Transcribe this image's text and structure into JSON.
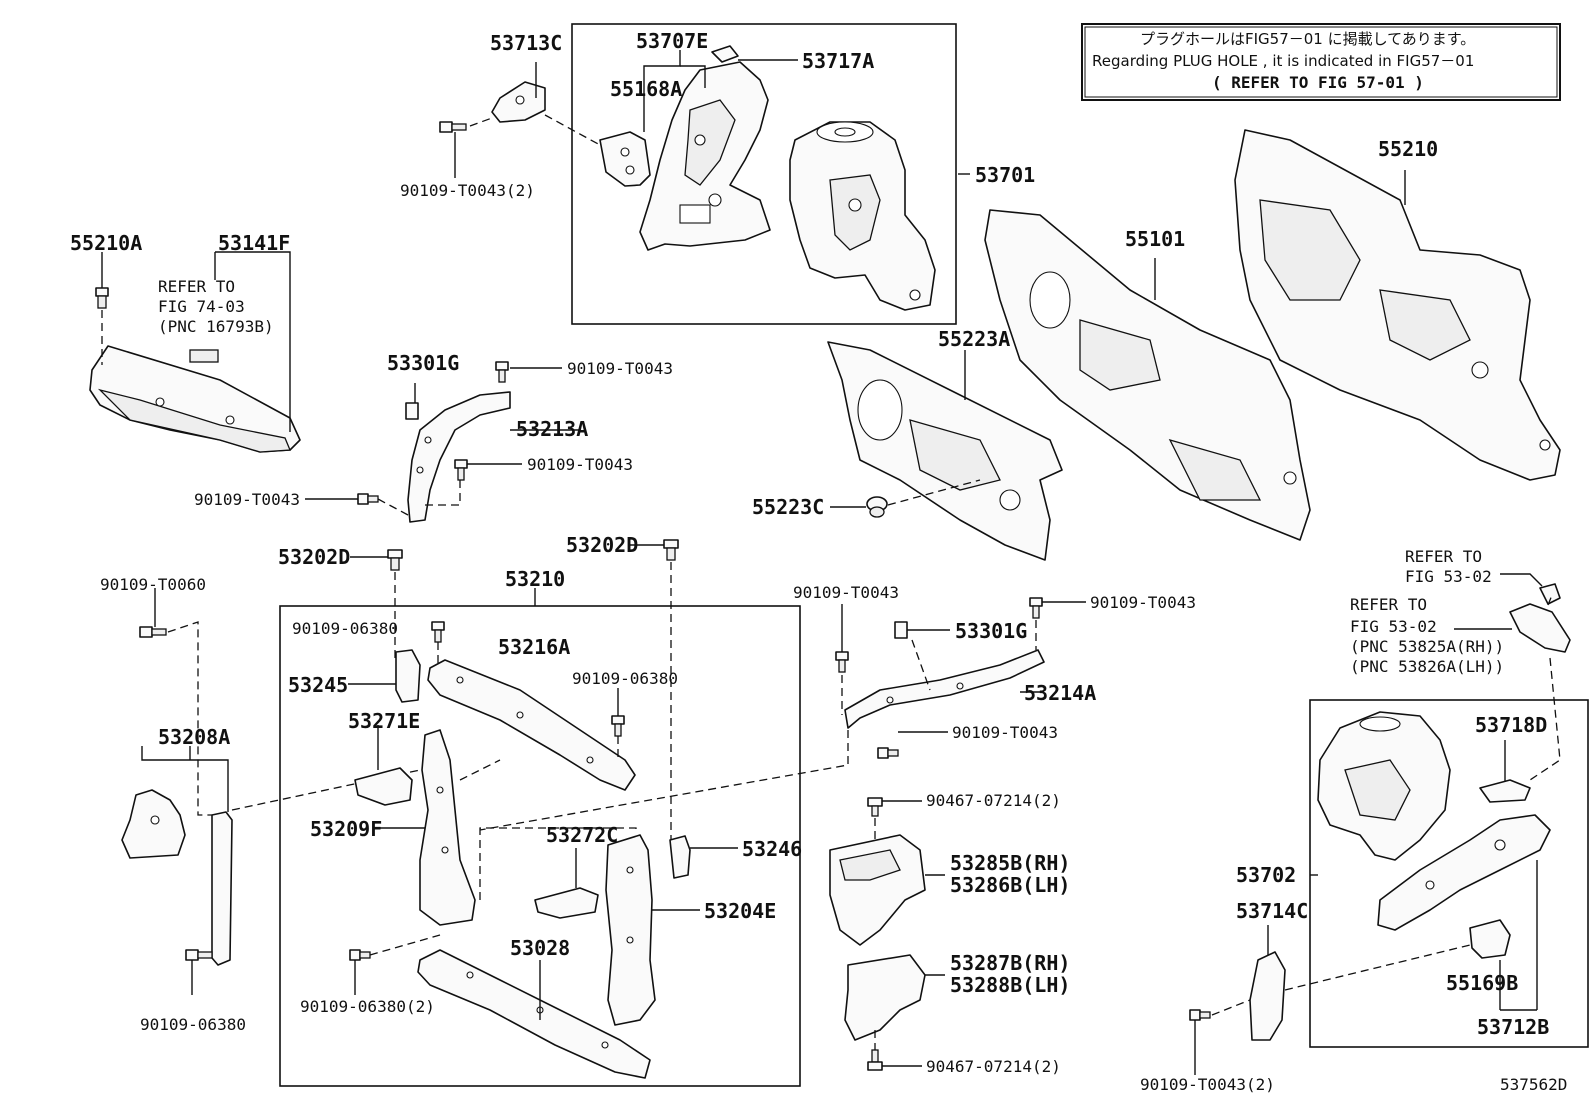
{
  "diagram": {
    "note": {
      "line1": "プラグホールはFIG57－01 に掲載してあります。",
      "line2": "Regarding  PLUG HOLE , it is indicated in FIG57－01",
      "line3": "(  REFER TO FIG 57-01  )"
    },
    "refer_box_1": {
      "line1": "REFER TO",
      "line2": "FIG 74-03",
      "line3": "(PNC 16793B)"
    },
    "refer_box_2": {
      "line1": "REFER TO",
      "line2": "FIG 53-02"
    },
    "refer_box_3": {
      "line1": "REFER TO",
      "line2": "FIG 53-02",
      "line3": "(PNC 53825A(RH))",
      "line4": "(PNC 53826A(LH))"
    },
    "labels": [
      "53713C",
      "53707E",
      "53717A",
      "55168A",
      "90109-T0043(2)",
      "53701",
      "55210A",
      "53141F",
      "55210",
      "55101",
      "55223A",
      "53301G",
      "90109-T0043",
      "53213A",
      "90109-T0043",
      "90109-T0043",
      "55223C",
      "53202D",
      "53202D",
      "90109-T0060",
      "53210",
      "90109-06380",
      "53216A",
      "90109-06380",
      "53245",
      "53271E",
      "53208A",
      "53209F",
      "53272C",
      "53246",
      "53204E",
      "53028",
      "90109-06380(2)",
      "90109-06380",
      "90109-T0043",
      "53301G",
      "90109-T0043",
      "53214A",
      "90109-T0043",
      "90467-07214(2)",
      "53285B(RH)",
      "53286B(LH)",
      "53287B(RH)",
      "53288B(LH)",
      "90467-07214(2)",
      "53718D",
      "53702",
      "53714C",
      "55169B",
      "53712B",
      "90109-T0043(2)"
    ],
    "figure_id": "537562D"
  }
}
